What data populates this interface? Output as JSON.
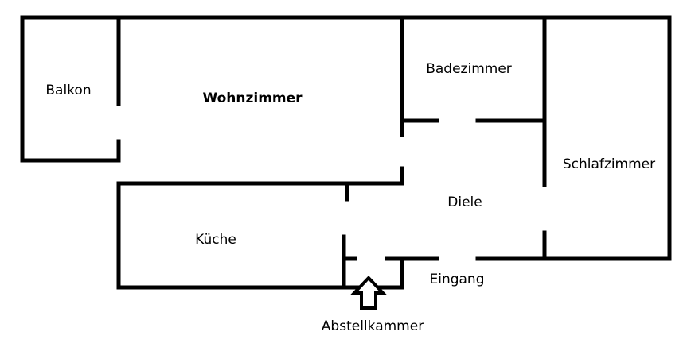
{
  "floorplan": {
    "rooms": {
      "balkon": "Balkon",
      "wohnzimmer": "Wohnzimmer",
      "badezimmer": "Badezimmer",
      "schlafzimmer": "Schlafzimmer",
      "diele": "Diele",
      "kueche": "Küche",
      "eingang": "Eingang",
      "abstellkammer": "Abstellkammer"
    },
    "emphasized_room": "Wohnzimmer",
    "wall_color": "#000000",
    "background_color": "#ffffff",
    "entrance_marker": "up-arrow-icon"
  }
}
